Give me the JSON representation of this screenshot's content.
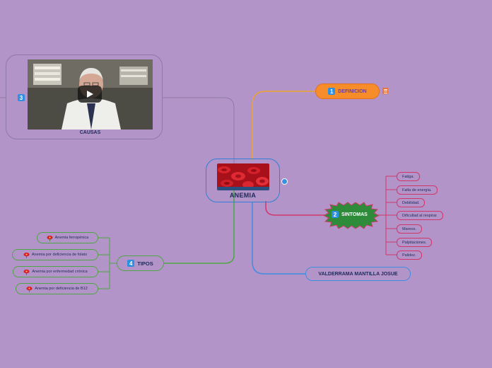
{
  "central": {
    "label": "ANEMIA"
  },
  "definicion": {
    "num": "1",
    "label": "DEFINICION"
  },
  "sintomas": {
    "num": "2",
    "label": "SINTOMAS",
    "items": [
      "Fatiga.",
      "Falta de energía.",
      "Debilidad.",
      "Dificultad al respirar.",
      "Mareos.",
      "Palpitaciones.",
      "Palidez."
    ]
  },
  "causas": {
    "num": "3",
    "label": "CAUSAS"
  },
  "tipos": {
    "num": "4",
    "label": "TIPOS",
    "items": [
      "Anemia ferropénica",
      "Anemia por deficiencia de folato",
      "Anemia por enfermedad crónica",
      "Anemia por deficiencia de B12"
    ]
  },
  "author": {
    "label": "VALDERRAMA MANTILLA JOSUE"
  },
  "colors": {
    "background": "#b394c8",
    "definicion": "#f68d2a",
    "sintomas": "#2e8b3a",
    "sintomas_border": "#d0366a",
    "tipos": "#4da645",
    "author": "#3d8ee0"
  },
  "icons": [
    "play-icon",
    "note-icon",
    "link-icon",
    "flower-icon"
  ]
}
